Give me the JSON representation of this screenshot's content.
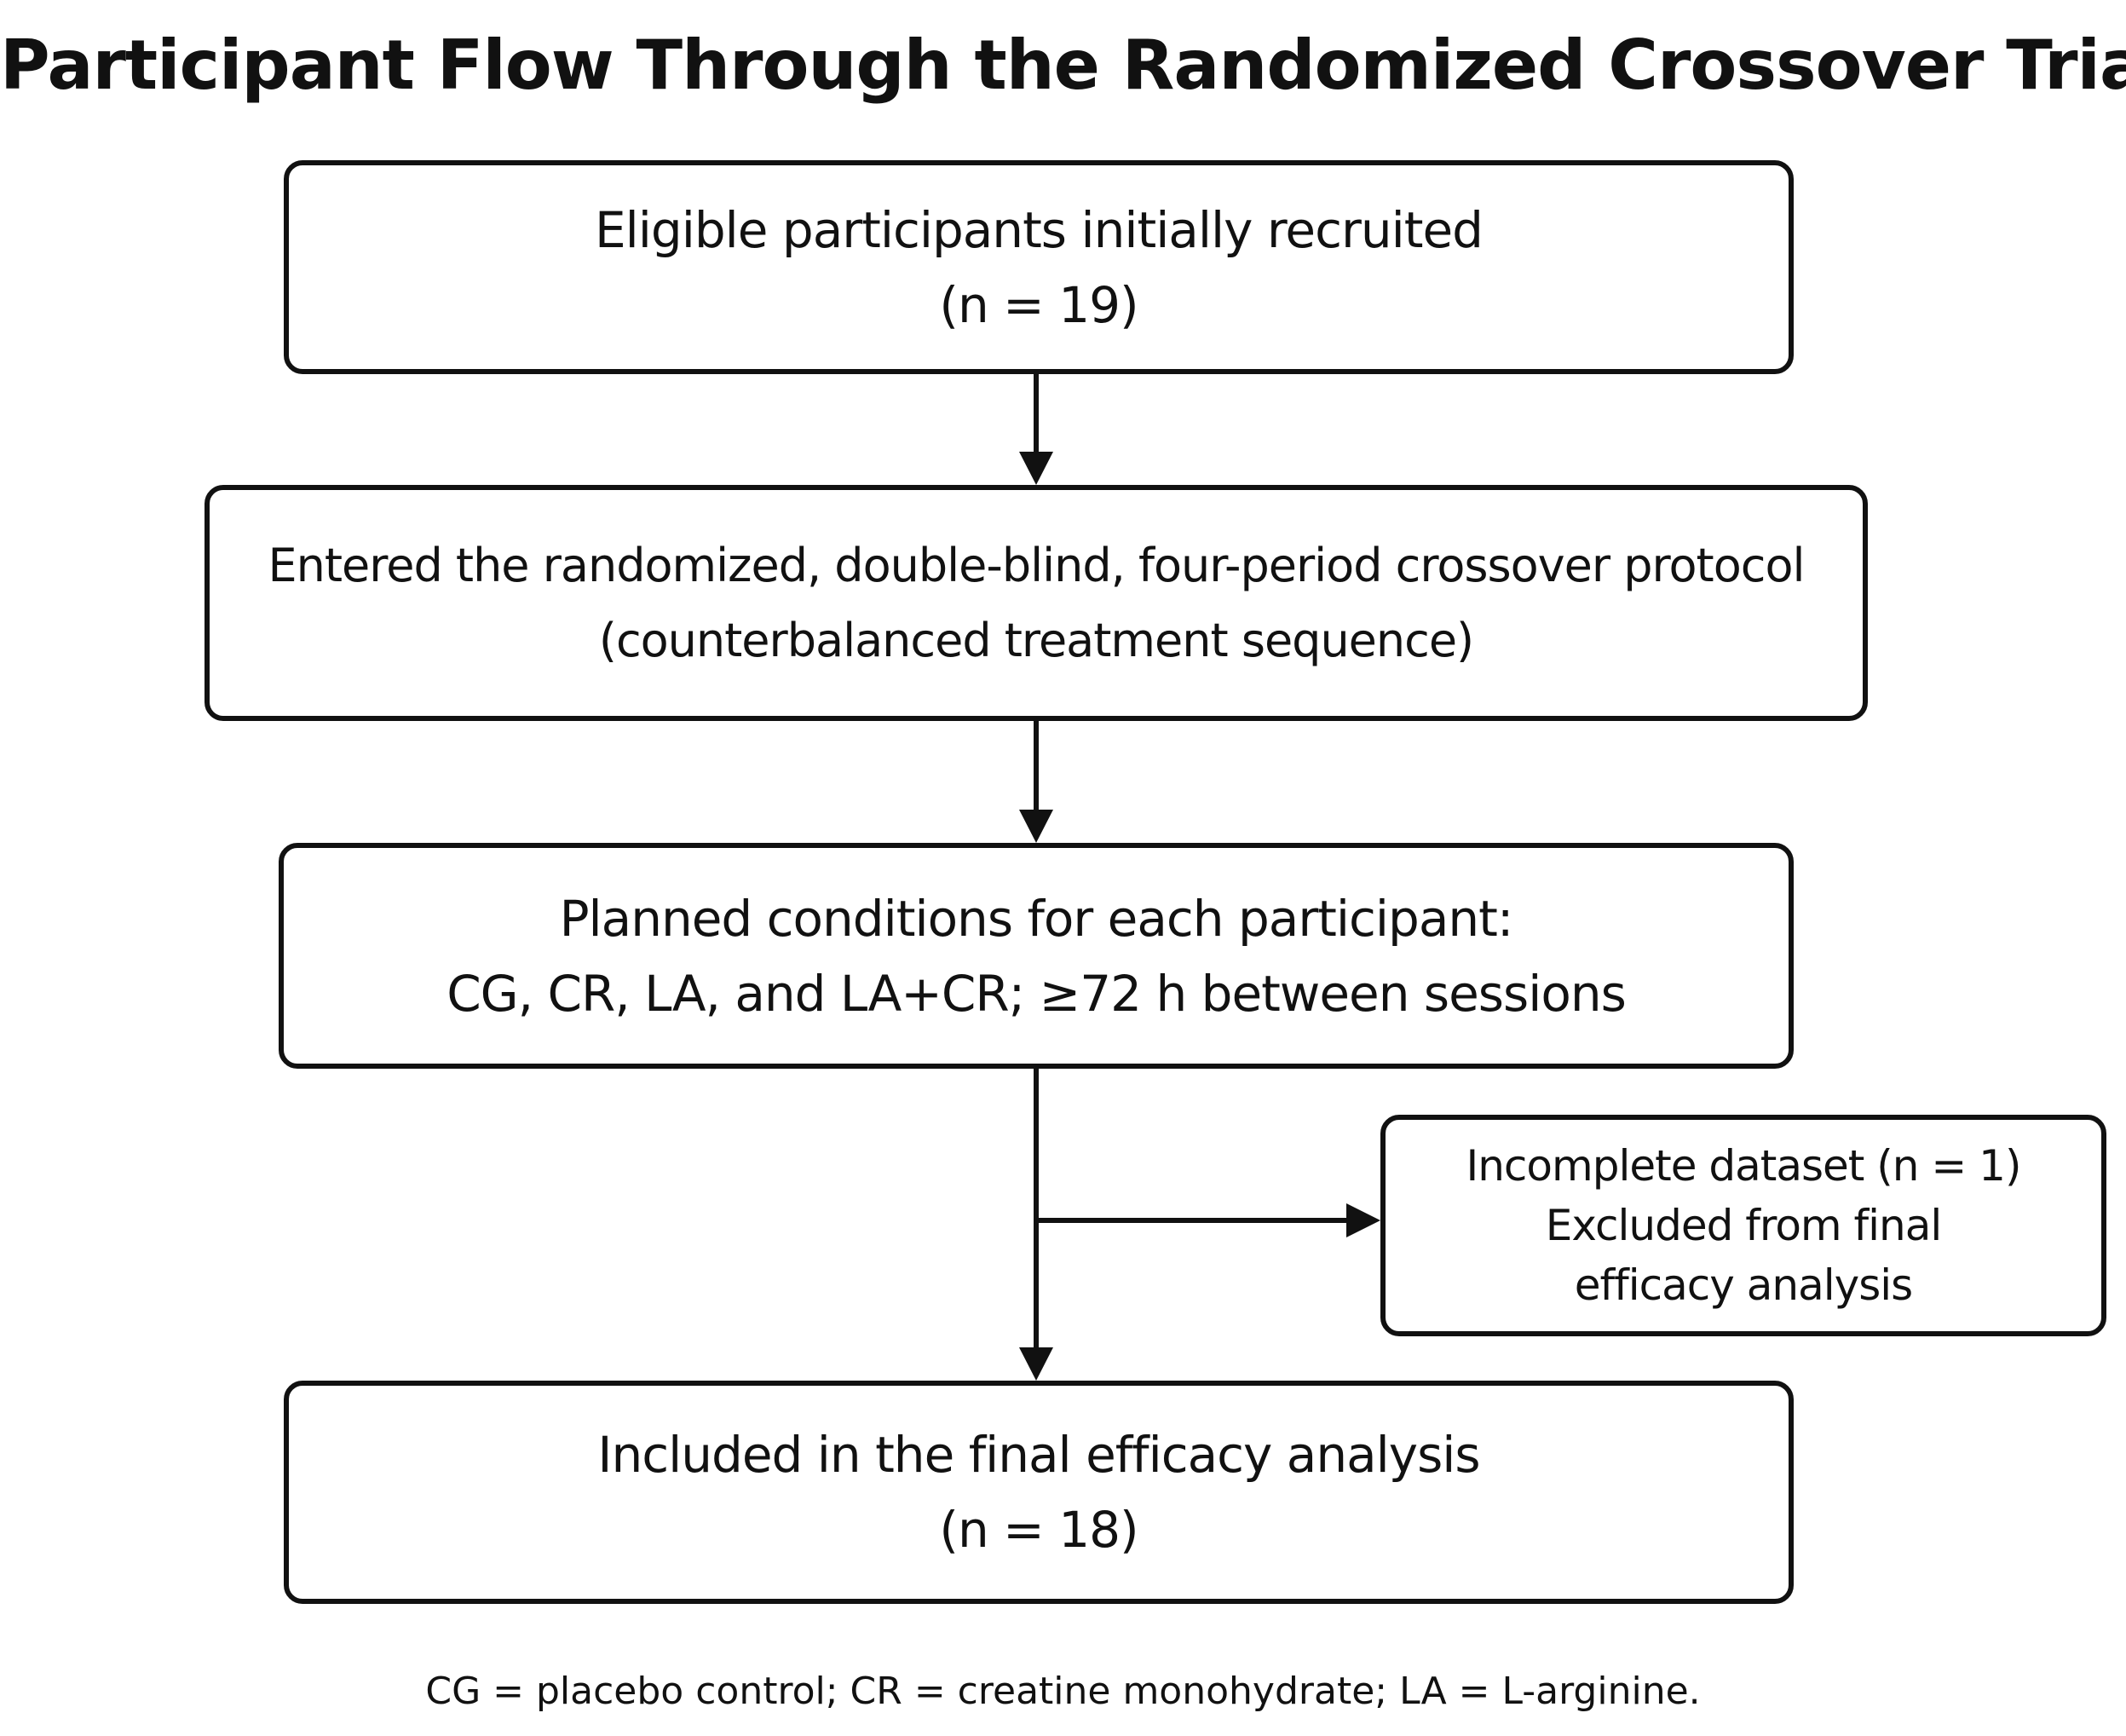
{
  "title": "Participant Flow Through the Randomized Crossover Trial",
  "boxes": {
    "recruited": {
      "line1": "Eligible participants initially recruited",
      "line2": "(n = 19)"
    },
    "protocol": {
      "line1": "Entered the randomized, double-blind, four-period crossover protocol",
      "line2": "(counterbalanced treatment sequence)"
    },
    "planned": {
      "line1": "Planned conditions for each participant:",
      "line2": "CG, CR, LA, and LA+CR; ≥72 h between sessions"
    },
    "excluded": {
      "line1": "Incomplete dataset (n = 1)",
      "line2": "Excluded from final",
      "line3": "efficacy analysis"
    },
    "included": {
      "line1": "Included in the final efficacy analysis",
      "line2": "(n = 18)"
    }
  },
  "footnote": "CG = placebo control; CR = creatine monohydrate; LA = L-arginine.",
  "colors": {
    "stroke": "#111111",
    "background": "#ffffff"
  }
}
